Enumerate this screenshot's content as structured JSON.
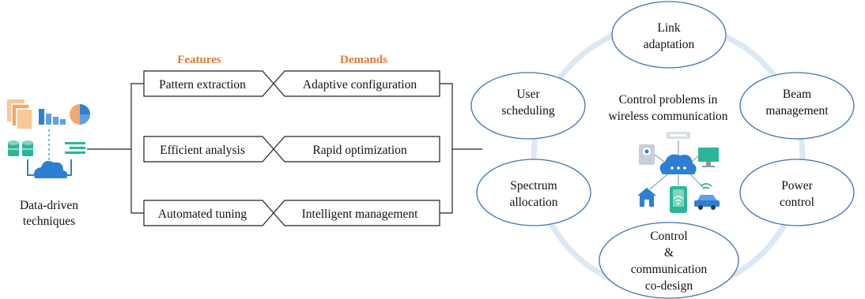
{
  "left": {
    "caption_line1": "Data-driven",
    "caption_line2": "techniques",
    "icons": [
      "document-stack-icon",
      "bar-chart-icon",
      "pie-chart-icon",
      "database-icon",
      "list-icon",
      "cloud-network-icon"
    ]
  },
  "headers": {
    "features": "Features",
    "demands": "Demands"
  },
  "rows": [
    {
      "feature": "Pattern extraction",
      "demand": "Adaptive configuration"
    },
    {
      "feature": "Efficient analysis",
      "demand": "Rapid optimization"
    },
    {
      "feature": "Automated tuning",
      "demand": "Intelligent management"
    }
  ],
  "right": {
    "center_line1": "Control problems in",
    "center_line2": "wireless communication",
    "nodes": [
      {
        "id": "link",
        "lines": [
          "Link",
          "adaptation"
        ]
      },
      {
        "id": "beam",
        "lines": [
          "Beam",
          "management"
        ]
      },
      {
        "id": "power",
        "lines": [
          "Power",
          "control"
        ]
      },
      {
        "id": "codesign",
        "lines": [
          "Control",
          "&",
          "communication",
          "co-design"
        ]
      },
      {
        "id": "spectrum",
        "lines": [
          "Spectrum",
          "allocation"
        ]
      },
      {
        "id": "user",
        "lines": [
          "User",
          "scheduling"
        ]
      }
    ],
    "icons": [
      "monitor-icon",
      "camera-icon",
      "cloud-hub-icon",
      "desktop-icon",
      "house-icon",
      "phone-icon",
      "car-icon",
      "wifi-icon"
    ]
  },
  "colors": {
    "accent": "#E07B39",
    "ring": "#DCE8F4",
    "ellipse_stroke": "#3D73B5",
    "icon_blue": "#2E7FD1",
    "icon_teal": "#2BB59A"
  }
}
